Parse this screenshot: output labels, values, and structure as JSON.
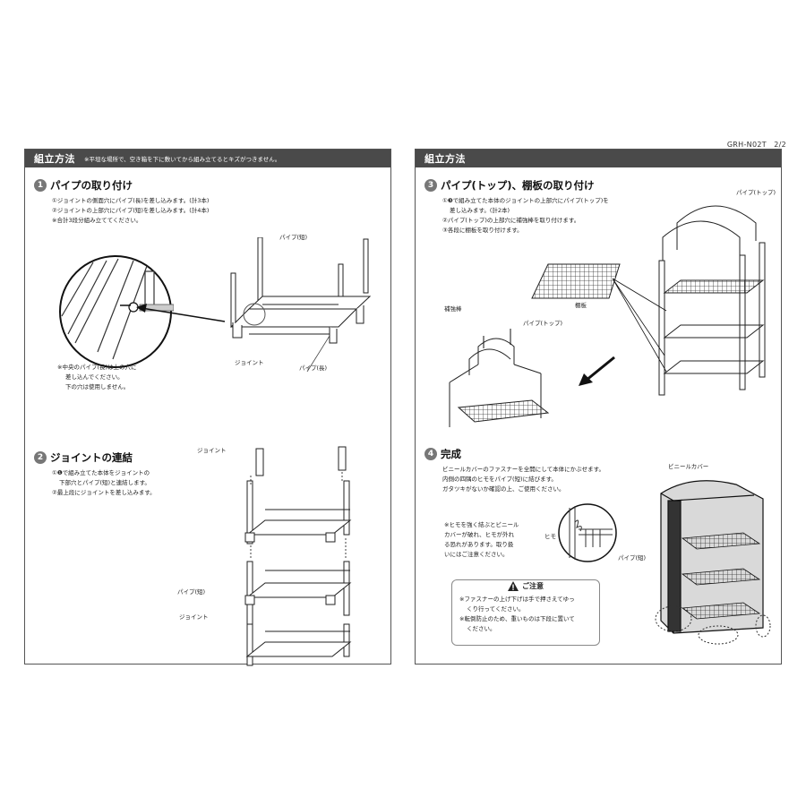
{
  "doc_id": "GRH-N02T　2/2",
  "left": {
    "header_title": "組立方法",
    "header_note": "※平坦な場所で、空き箱を下に敷いてから組み立てるとキズがつきません。",
    "step1": {
      "num": "1",
      "title": "パイプの取り付け",
      "lines": [
        "①ジョイントの側面穴にパイプ(長)を差し込みます。(計3本)",
        "②ジョイントの上部穴にパイプ(短)を差し込みます。(計4本)",
        "※合計3段分組み立ててください。"
      ],
      "label_pipe_short": "パイプ(短)",
      "label_joint": "ジョイント",
      "label_pipe_long": "パイプ(長)",
      "note": [
        "※中央のパイプ(長)は上の穴に",
        "差し込んでください。",
        "下の穴は使用しません。"
      ]
    },
    "step2": {
      "num": "2",
      "title": "ジョイントの連結",
      "lines": [
        "①❶で組み立てた本体をジョイントの",
        "下部穴とパイプ(短)と連結します。",
        "②最上段にジョイントを差し込みます。"
      ],
      "label_joint_top": "ジョイント",
      "label_pipe_short": "パイプ(短)",
      "label_joint_bottom": "ジョイント"
    }
  },
  "right": {
    "header_title": "組立方法",
    "step3": {
      "num": "3",
      "title": "パイプ(トップ)、棚板の取り付け",
      "lines": [
        "①❸で組み立てた本体のジョイントの上部穴にパイプ(トップ)を",
        "差し込みます。(計2本)",
        "②パイプ(トップ)の上部穴に補強棒を取り付けます。",
        "③各段に棚板を取り付けます。"
      ],
      "label_pipe_top": "パイプ(トップ)",
      "label_shelf": "棚板",
      "label_brace": "補強棒",
      "label_pipe_top2": "パイプ(トップ)"
    },
    "step4": {
      "num": "4",
      "title": "完成",
      "lines": [
        "ビニールカバーのファスナーを全開にして本体にかぶせます。",
        "内側の四隅のヒモをパイプ(短)に結びます。",
        "ガタツキがないか確認の上、ご使用ください。"
      ],
      "label_cover": "ビニールカバー",
      "label_string": "ヒモ",
      "label_pipe_short": "パイプ(短)",
      "note": [
        "※ヒモを強く結ぶとビニール",
        "カバーが破れ、ヒモが外れ",
        "る恐れがあります。取り扱",
        "いにはご注意ください。"
      ],
      "caution_title": "ご注意",
      "caution_lines": [
        "※ファスナーの上げ下げは手で押さえてゆっ",
        "くり行ってください。",
        "※転倒防止のため、重いものは下段に置いて",
        "ください。"
      ]
    }
  }
}
